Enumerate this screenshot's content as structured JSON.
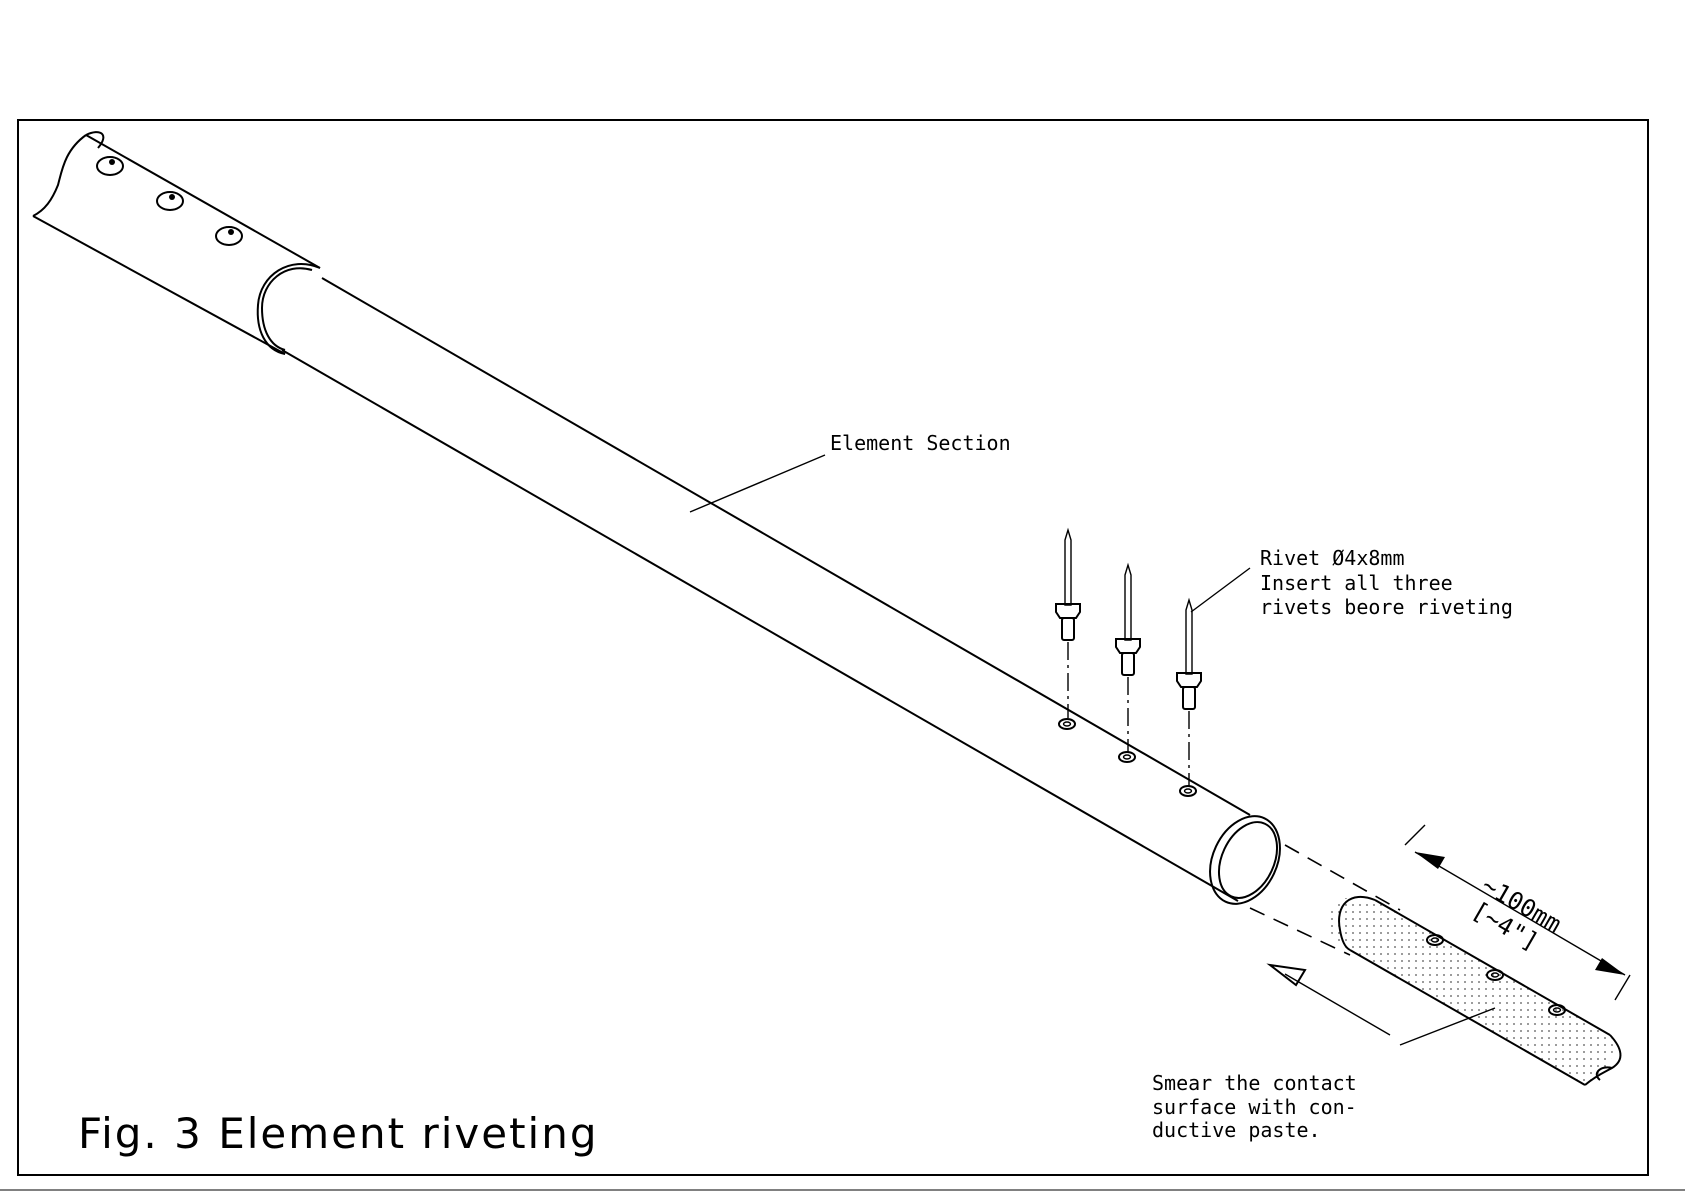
{
  "figure": {
    "title": "Fig. 3 Element riveting"
  },
  "labels": {
    "element_section": "Element Section",
    "rivet_line1": "Rivet Ø4x8mm",
    "rivet_line2": "Insert all three",
    "rivet_line3": "rivets beore riveting",
    "dimension_mm": "~100mm",
    "dimension_in": "[~4\"]",
    "paste_line1": "Smear the contact",
    "paste_line2": "surface with con-",
    "paste_line3": "ductive paste."
  },
  "colors": {
    "ink": "#000000",
    "background": "#ffffff"
  }
}
